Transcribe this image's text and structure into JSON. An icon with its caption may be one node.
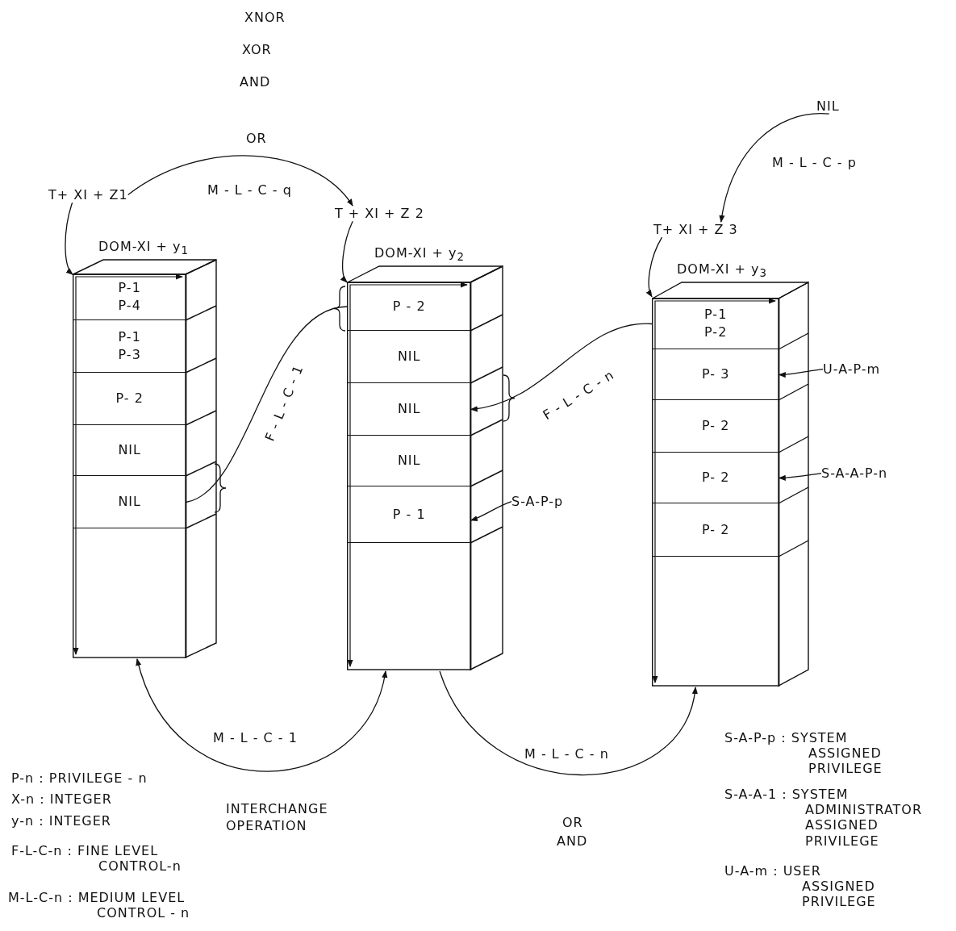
{
  "diagram": {
    "nodes": [
      {
        "text": [
          "DOM-XI + y$_{1}$"
        ]
      },
      {
        "text": [
          "P-1 P-4"
        ],
        "in": 0
      },
      {
        "text": [
          "P-1 P-3"
        ],
        "in": 0
      },
      {
        "text": [
          "P- 2"
        ],
        "in": 0
      },
      {
        "text": [
          "NIL"
        ],
        "in": 0
      },
      {
        "text": [
          "NIL"
        ],
        "in": 0
      },
      {
        "text": [
          "DOM-XI + y$_{2}$"
        ]
      },
      {
        "text": [
          "P - 2"
        ],
        "in": 6
      },
      {
        "text": [
          "NIL"
        ],
        "in": 6
      },
      {
        "text": [
          "NIL"
        ],
        "in": 6
      },
      {
        "text": [
          "NIL"
        ],
        "in": 6
      },
      {
        "text": [
          "P - 1"
        ],
        "in": 6
      },
      {
        "text": [
          "DOM-XI + y$_{3}$"
        ]
      },
      {
        "text": [
          "P-1 P-2"
        ],
        "in": 12
      },
      {
        "text": [
          "P- 3"
        ],
        "in": 12
      },
      {
        "text": [
          "P- 2"
        ],
        "in": 12
      },
      {
        "text": [
          "P- 2"
        ],
        "in": 12
      },
      {
        "text": [
          "P- 2"
        ],
        "in": 12
      },
      {
        "text": [
          "T+ XI + Z1"
        ]
      },
      {
        "text": [
          "T + XI + Z 2"
        ]
      },
      {
        "text": [
          "T+ XI + Z 3"
        ]
      },
      {
        "text": [
          "NIL"
        ]
      },
      {
        "text": [
          "S-A-P-p"
        ]
      },
      {
        "text": [
          "U-A-P-m"
        ]
      },
      {
        "text": [
          "S-A-A-P-n"
        ]
      }
    ],
    "edges": [
      {
        "from": 18,
        "to": 0,
        "arrow": "to"
      },
      {
        "from": 19,
        "to": 6,
        "arrow": "to"
      },
      {
        "from": 20,
        "to": 12,
        "arrow": "to"
      },
      {
        "from": 21,
        "to": 20,
        "arrow": "to",
        "label": "M - L - C - p"
      },
      {
        "from": 18,
        "to": 19,
        "arrow": "to",
        "label": "M - L - C - q"
      },
      {
        "from": 5,
        "to": 7,
        "arrow": "none",
        "label": "F - L - C - 1"
      },
      {
        "from": 13,
        "to": 9,
        "arrow": "to",
        "label": "F - L - C - n"
      },
      {
        "from": 22,
        "to": 11,
        "arrow": "to"
      },
      {
        "from": 23,
        "to": 14,
        "arrow": "to"
      },
      {
        "from": 24,
        "to": 16,
        "arrow": "to"
      },
      {
        "from": 6,
        "to": 0,
        "arrow": "both",
        "label": "M - L - C - 1"
      },
      {
        "from": 6,
        "to": 12,
        "arrow": "to",
        "label": "M - L - C - n"
      }
    ],
    "labels": [
      "XNOR",
      "XOR",
      "AND",
      "OR",
      "INTERCHANGE OPERATION",
      "OR",
      "AND",
      "P-n : PRIVILEGE - n",
      "X-n : INTEGER",
      "y-n : INTEGER",
      "F-L-C-n : FINE LEVEL CONTROL-n",
      "M-L-C-n : MEDIUM LEVEL CONTROL - n",
      "S-A-P-p : SYSTEM ASSIGNED PRIVILEGE",
      "S-A-A-1 : SYSTEM ADMINISTRATOR ASSIGNED PRIVILEGE",
      "U-A-m : USER ASSIGNED PRIVILEGE"
    ]
  }
}
